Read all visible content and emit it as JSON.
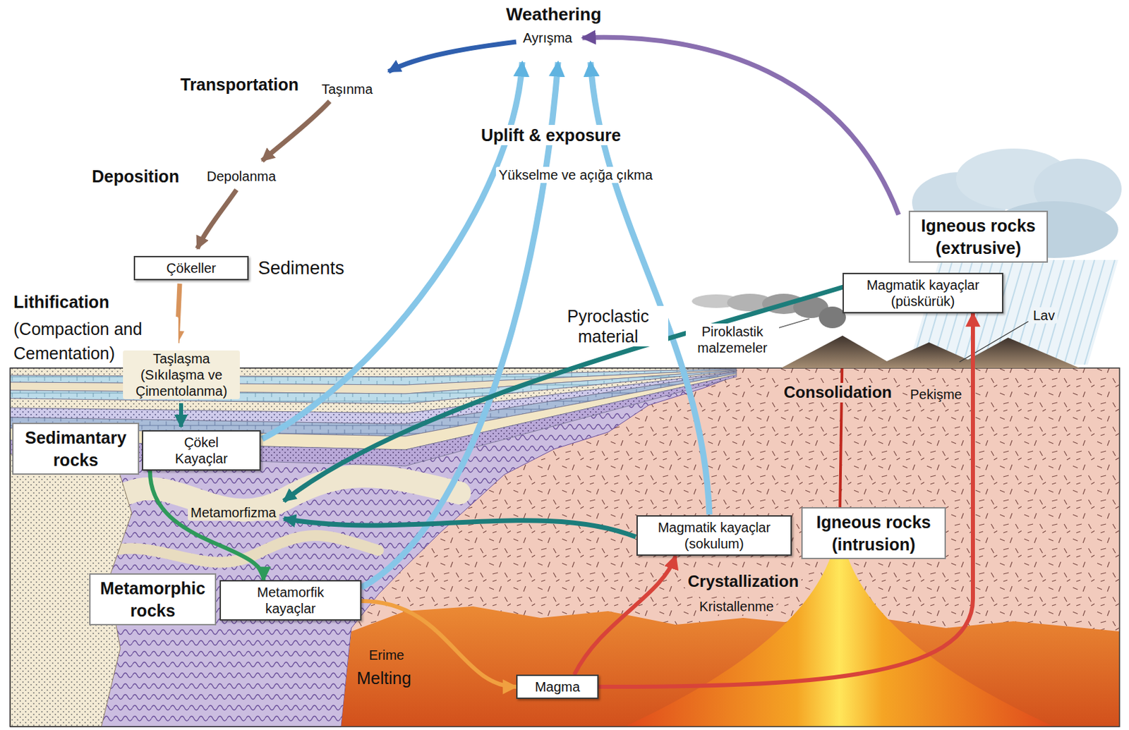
{
  "diagram": {
    "nodes": [
      {
        "text": [
          "Igneous rocks (extrusive)"
        ]
      },
      {
        "text": [
          "Çökeller",
          "Sediments"
        ]
      },
      {
        "text": [
          "Magmatik kayaçlar (püskürük)"
        ]
      },
      {
        "text": [
          "Sedimantary rocks"
        ]
      },
      {
        "text": [
          "Çökel Kayaçlar"
        ]
      },
      {
        "text": [
          "Magmatik kayaçlar (sokulum)"
        ]
      },
      {
        "text": [
          "Igneous rocks (intrusion)"
        ]
      },
      {
        "text": [
          "Metamorphic rocks"
        ]
      },
      {
        "text": [
          "Metamorfik kayaçlar"
        ]
      },
      {
        "text": [
          "Magma"
        ]
      }
    ],
    "edges": [
      {
        "from": 4,
        "to": 8,
        "arrow": "to"
      },
      {
        "from": 8,
        "to": 9,
        "arrow": "to"
      },
      {
        "from": 9,
        "to": 5,
        "arrow": "to"
      },
      {
        "from": 9,
        "to": 2,
        "arrow": "to"
      }
    ],
    "labels": [
      "Weathering",
      "Ayrışma",
      "Transportation",
      "Taşınma",
      "Uplift & exposure",
      "Deposition",
      "Depolanma",
      "Yükselme ve açığa çıkma",
      "Lithification",
      "(Compaction and Cementation)",
      "Pyroclastic material",
      "Piroklastik malzemeler",
      "Lav",
      "Taşlaşma (Sıkılaşma ve Çimentolanma)",
      "Consolidation",
      "Pekişme",
      "Metamorfizma",
      "Crystallization",
      "Kristallenme",
      "Erime",
      "Melting"
    ]
  }
}
